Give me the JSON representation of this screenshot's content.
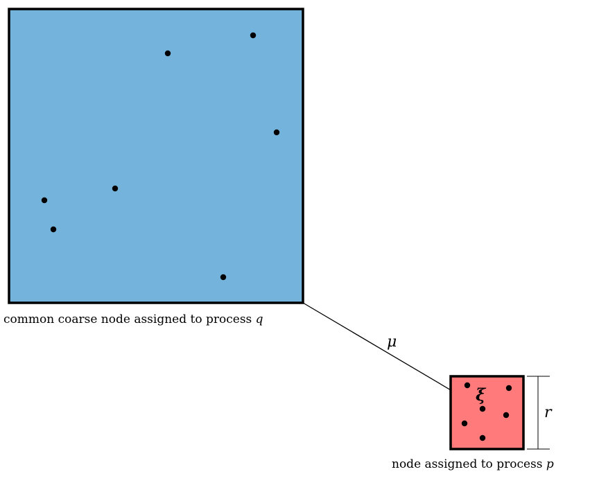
{
  "coarse_node": {
    "caption_text": "common coarse node assigned to process ",
    "caption_var": "q",
    "fill_color": "#73b3dc",
    "point_count": 7
  },
  "fine_node": {
    "caption_text": "node assigned to process ",
    "caption_var": "p",
    "fill_color": "#ff7b7b",
    "point_count": 6
  },
  "labels": {
    "mu": "μ",
    "xi": "ξ",
    "r": "r"
  }
}
